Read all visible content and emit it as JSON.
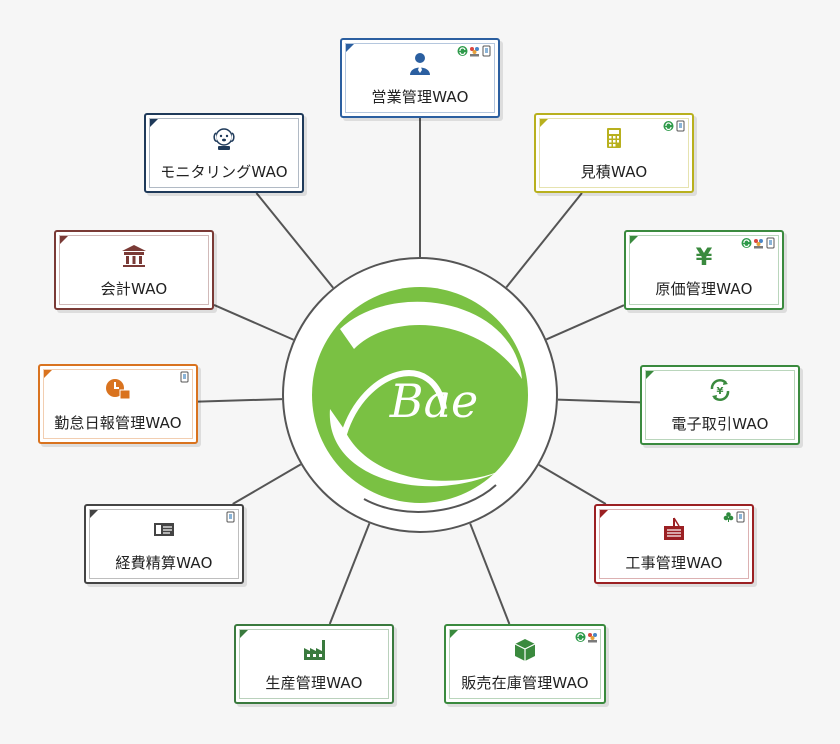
{
  "hub": {
    "logo_text": "Bae",
    "logo_color": "#7ac143"
  },
  "nodes": [
    {
      "id": "eigyo",
      "label": "営業管理WAO",
      "color": "#2b5fa0",
      "icon": "user-icon",
      "badges": [
        "sync-icon",
        "people-icon",
        "mobile-icon"
      ]
    },
    {
      "id": "mitsumori",
      "label": "見積WAO",
      "color": "#b8b01e",
      "icon": "calculator-icon",
      "badges": [
        "sync-icon",
        "mobile-icon"
      ]
    },
    {
      "id": "genka",
      "label": "原価管理WAO",
      "color": "#3a8a3e",
      "icon": "yen-icon",
      "badges": [
        "sync-icon",
        "people-icon",
        "mobile-icon"
      ]
    },
    {
      "id": "denshi",
      "label": "電子取引WAO",
      "color": "#3a8a3e",
      "icon": "yen-exchange-icon",
      "badges": []
    },
    {
      "id": "koji",
      "label": "工事管理WAO",
      "color": "#9b2023",
      "icon": "construction-icon",
      "badges": [
        "clover-icon",
        "mobile-icon"
      ]
    },
    {
      "id": "hanbai",
      "label": "販売在庫管理WAO",
      "color": "#3a8a3e",
      "icon": "box-icon",
      "badges": [
        "sync-icon",
        "people-icon"
      ]
    },
    {
      "id": "seisan",
      "label": "生産管理WAO",
      "color": "#3a7a3e",
      "icon": "factory-icon",
      "badges": []
    },
    {
      "id": "keihi",
      "label": "経費精算WAO",
      "color": "#444444",
      "icon": "receipt-icon",
      "badges": [
        "mobile-icon"
      ]
    },
    {
      "id": "kintai",
      "label": "勤怠日報管理WAO",
      "color": "#d9731f",
      "icon": "clock-icon",
      "badges": [
        "mobile-icon"
      ]
    },
    {
      "id": "kaikei",
      "label": "会計WAO",
      "color": "#7a3a36",
      "icon": "building-icon",
      "badges": []
    },
    {
      "id": "monitoring",
      "label": "モニタリングWAO",
      "color": "#1f3a5a",
      "icon": "dog-icon",
      "badges": []
    }
  ]
}
